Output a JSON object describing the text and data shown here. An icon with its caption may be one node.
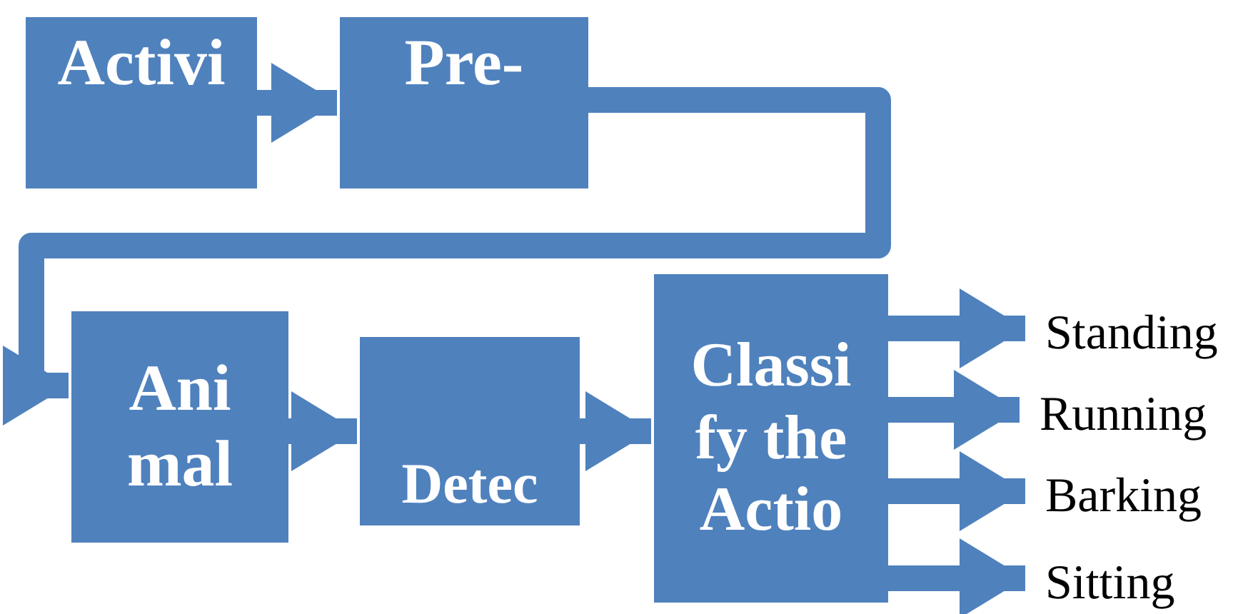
{
  "diagram": {
    "nodes": [
      {
        "text": [
          "Activi"
        ]
      },
      {
        "text": [
          "Pre-"
        ]
      },
      {
        "text": [
          "Ani mal"
        ]
      },
      {
        "text": [
          "Detec"
        ]
      },
      {
        "text": [
          "Classi fy the Actio"
        ]
      },
      {
        "text": [
          "Standing"
        ]
      },
      {
        "text": [
          "Running"
        ]
      },
      {
        "text": [
          "Barking"
        ]
      },
      {
        "text": [
          "Sitting"
        ]
      }
    ],
    "edges": [
      {
        "from": 0,
        "to": 1,
        "arrow": "to"
      },
      {
        "from": 1,
        "to": 2,
        "arrow": "to"
      },
      {
        "from": 2,
        "to": 3,
        "arrow": "to"
      },
      {
        "from": 3,
        "to": 4,
        "arrow": "to"
      },
      {
        "from": 4,
        "to": 5,
        "arrow": "to"
      },
      {
        "from": 4,
        "to": 6,
        "arrow": "to"
      },
      {
        "from": 4,
        "to": 7,
        "arrow": "to"
      },
      {
        "from": 4,
        "to": 8,
        "arrow": "to"
      }
    ]
  }
}
